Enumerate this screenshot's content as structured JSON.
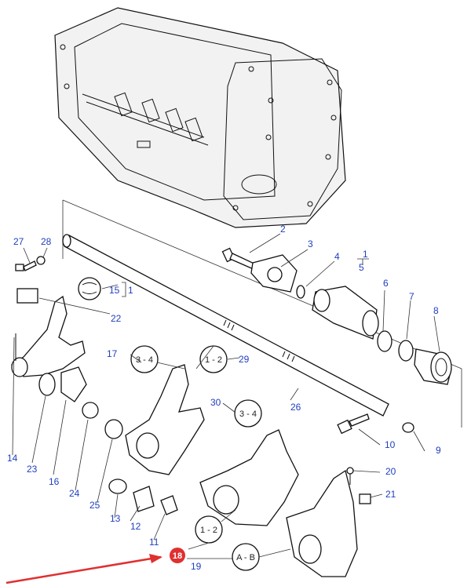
{
  "labels": {
    "p2": "2",
    "p3": "3",
    "p4": "4",
    "p5": "5",
    "p6": "6",
    "p7": "7",
    "p8": "8",
    "p9": "9",
    "p10": "10",
    "p11": "11",
    "p12": "12",
    "p13": "13",
    "p14": "14",
    "p15": "15",
    "p15b": "1",
    "p16": "16",
    "p17": "17",
    "p18": "18",
    "p19": "19",
    "p20": "20",
    "p21": "21",
    "p22": "22",
    "p23": "23",
    "p24": "24",
    "p25": "25",
    "p26": "26",
    "p27": "27",
    "p28": "28",
    "p29": "29",
    "p30": "30",
    "p1bracket": "1"
  },
  "groups": {
    "g1": "1 - 2",
    "g2": "3 - 4",
    "g3": "3 - 4",
    "g4": "1 - 2",
    "g5": "A - B"
  },
  "colors": {
    "label_blue": "#1f3fbf",
    "highlight_red": "#e03030",
    "line": "#111111"
  },
  "highlight": {
    "number": "18"
  }
}
